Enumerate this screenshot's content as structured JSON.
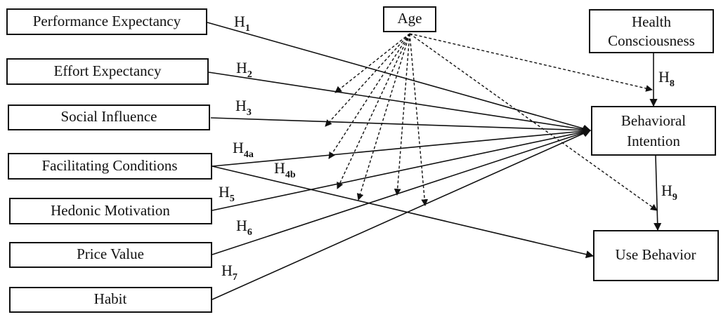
{
  "constructs": {
    "performance_expectancy": "Performance Expectancy",
    "effort_expectancy": "Effort Expectancy",
    "social_influence": "Social Influence",
    "facilitating_conditions": "Facilitating Conditions",
    "hedonic_motivation": "Hedonic Motivation",
    "price_value": "Price Value",
    "habit": "Habit",
    "age": "Age",
    "health_consciousness_line1": "Health",
    "health_consciousness_line2": "Consciousness",
    "behavioral_intention_line1": "Behavioral",
    "behavioral_intention_line2": "Intention",
    "use_behavior": "Use Behavior"
  },
  "hypotheses": {
    "h1": {
      "main": "H",
      "sub": "1"
    },
    "h2": {
      "main": "H",
      "sub": "2"
    },
    "h3": {
      "main": "H",
      "sub": "3"
    },
    "h4a": {
      "main": "H",
      "sub": "4a"
    },
    "h4b": {
      "main": "H",
      "sub": "4b"
    },
    "h5": {
      "main": "H",
      "sub": "5"
    },
    "h6": {
      "main": "H",
      "sub": "6"
    },
    "h7": {
      "main": "H",
      "sub": "7"
    },
    "h8": {
      "main": "H",
      "sub": "8"
    },
    "h9": {
      "main": "H",
      "sub": "9"
    }
  },
  "colors": {
    "line": "#111111",
    "box_fill": "#ffffff",
    "background": "#ffffff"
  }
}
